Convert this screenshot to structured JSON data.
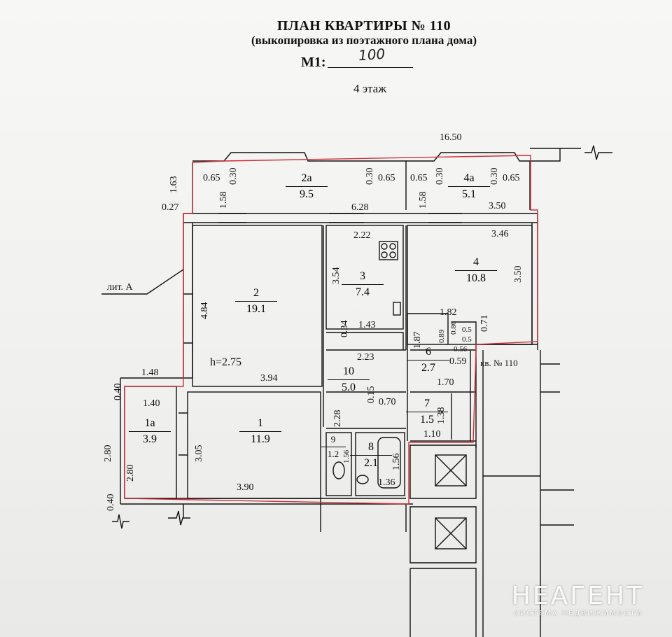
{
  "header": {
    "title": "ПЛАН КВАРТИРЫ № 110",
    "subtitle": "(выкопировка из поэтажного плана дома)",
    "scale_label": "М1:",
    "scale_value": "100",
    "floor": "4 этаж"
  },
  "rooms": [
    {
      "id": "2a",
      "number": "2а",
      "area": "9.5"
    },
    {
      "id": "4a",
      "number": "4а",
      "area": "5.1"
    },
    {
      "id": "2",
      "number": "2",
      "area": "19.1"
    },
    {
      "id": "3",
      "number": "3",
      "area": "7.4"
    },
    {
      "id": "4",
      "number": "4",
      "area": "10.8"
    },
    {
      "id": "6",
      "number": "6",
      "area": "2.7"
    },
    {
      "id": "10",
      "number": "10",
      "area": "5.0"
    },
    {
      "id": "7",
      "number": "7",
      "area": "1.5"
    },
    {
      "id": "1a",
      "number": "1а",
      "area": "3.9"
    },
    {
      "id": "1",
      "number": "1",
      "area": "11.9"
    },
    {
      "id": "9",
      "number": "9",
      "area": "1.2"
    },
    {
      "id": "8",
      "number": "8",
      "area": "2.1"
    }
  ],
  "dimensions": {
    "total_width": "16.50",
    "d_163": "1.63",
    "d_027": "0.27",
    "d_065a": "0.65",
    "d_030a": "0.30",
    "d_158a": "1.58",
    "d_030b": "0.30",
    "d_065b": "0.65",
    "d_065c": "0.65",
    "d_030c": "0.30",
    "d_158b": "1.58",
    "d_030d": "0.30",
    "d_065d": "0.65",
    "d_628": "6.28",
    "d_350a": "3.50",
    "d_222": "2.22",
    "d_346": "3.46",
    "d_354": "3.54",
    "d_350b": "3.50",
    "d_484": "4.84",
    "d_182": "1.82",
    "d_034": "0.34",
    "d_143": "1.43",
    "d_187": "1.87",
    "d_089": "0.89",
    "d_086": "0.86",
    "d_05a": "0.5",
    "d_05b": "0.5",
    "d_056": "0.56",
    "d_071": "0.71",
    "d_059": "0.59",
    "height": "h=2.75",
    "d_223": "2.23",
    "d_394": "3.94",
    "d_015": "0.15",
    "d_170": "1.70",
    "d_148": "1.48",
    "d_040a": "0.40",
    "d_140": "1.40",
    "d_070": "0.70",
    "d_228": "2.28",
    "d_138": "1.38",
    "d_110": "1.10",
    "d_305": "3.05",
    "d_280a": "2.80",
    "d_280b": "2.80",
    "d_156a": "1.56",
    "d_156b": "1.56",
    "d_136": "1.36",
    "d_390": "3.90",
    "d_040b": "0.40"
  },
  "labels": {
    "liter": "лит. А",
    "apartment": "кв. № 110"
  },
  "watermark": {
    "brand": "НЕАГЕНТ",
    "tagline": "СИСТЕМА НЕДВИЖИМОСТИ"
  },
  "colors": {
    "outline_red": "#d0303a",
    "wall": "#111111"
  }
}
